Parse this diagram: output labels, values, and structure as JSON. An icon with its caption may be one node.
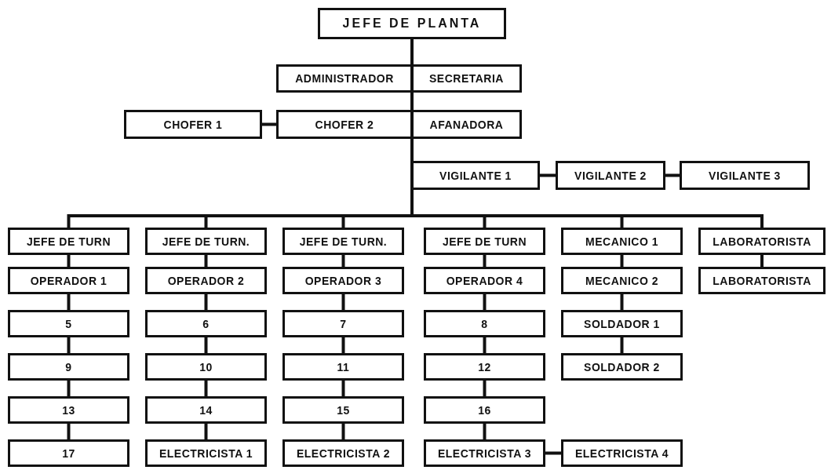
{
  "diagram": {
    "nodes": [
      {
        "text": [
          "JEFE DE PLANTA"
        ]
      },
      {
        "text": [
          "ADMINISTRADOR"
        ]
      },
      {
        "text": [
          "SECRETARIA"
        ]
      },
      {
        "text": [
          "CHOFER 1"
        ]
      },
      {
        "text": [
          "CHOFER 2"
        ]
      },
      {
        "text": [
          "AFANADORA"
        ]
      },
      {
        "text": [
          "VIGILANTE 1"
        ]
      },
      {
        "text": [
          "VIGILANTE 2"
        ]
      },
      {
        "text": [
          "VIGILANTE 3"
        ]
      },
      {
        "text": [
          "JEFE DE TURN"
        ]
      },
      {
        "text": [
          "JEFE DE TURN."
        ]
      },
      {
        "text": [
          "JEFE DE TURN."
        ]
      },
      {
        "text": [
          "JEFE DE TURN"
        ]
      },
      {
        "text": [
          "MECANICO 1"
        ]
      },
      {
        "text": [
          "LABORATORISTA"
        ]
      },
      {
        "text": [
          "OPERADOR 1"
        ]
      },
      {
        "text": [
          "OPERADOR 2"
        ]
      },
      {
        "text": [
          "OPERADOR 3"
        ]
      },
      {
        "text": [
          "OPERADOR 4"
        ]
      },
      {
        "text": [
          "MECANICO 2"
        ]
      },
      {
        "text": [
          "LABORATORISTA"
        ]
      },
      {
        "text": [
          "5"
        ]
      },
      {
        "text": [
          "6"
        ]
      },
      {
        "text": [
          "7"
        ]
      },
      {
        "text": [
          "8"
        ]
      },
      {
        "text": [
          "SOLDADOR 1"
        ]
      },
      {
        "text": [
          "9"
        ]
      },
      {
        "text": [
          "10"
        ]
      },
      {
        "text": [
          "11"
        ]
      },
      {
        "text": [
          "12"
        ]
      },
      {
        "text": [
          "SOLDADOR 2"
        ]
      },
      {
        "text": [
          "13"
        ]
      },
      {
        "text": [
          "14"
        ]
      },
      {
        "text": [
          "15"
        ]
      },
      {
        "text": [
          "16"
        ]
      },
      {
        "text": [
          "17"
        ]
      },
      {
        "text": [
          "ELECTRICISTA 1"
        ]
      },
      {
        "text": [
          "ELECTRICISTA 2"
        ]
      },
      {
        "text": [
          "ELECTRICISTA 3"
        ]
      },
      {
        "text": [
          "ELECTRICISTA 4"
        ]
      }
    ],
    "edges": [
      {
        "from": 0,
        "to": 1,
        "arrow": "none"
      },
      {
        "from": 0,
        "to": 2,
        "arrow": "none"
      },
      {
        "from": 0,
        "to": 4,
        "arrow": "none"
      },
      {
        "from": 0,
        "to": 5,
        "arrow": "none"
      },
      {
        "from": 0,
        "to": 6,
        "arrow": "none"
      },
      {
        "from": 3,
        "to": 4,
        "arrow": "none"
      },
      {
        "from": 6,
        "to": 7,
        "arrow": "none"
      },
      {
        "from": 7,
        "to": 8,
        "arrow": "none"
      },
      {
        "from": 0,
        "to": 9,
        "arrow": "none"
      },
      {
        "from": 0,
        "to": 10,
        "arrow": "none"
      },
      {
        "from": 0,
        "to": 11,
        "arrow": "none"
      },
      {
        "from": 0,
        "to": 12,
        "arrow": "none"
      },
      {
        "from": 0,
        "to": 13,
        "arrow": "none"
      },
      {
        "from": 0,
        "to": 14,
        "arrow": "none"
      },
      {
        "from": 9,
        "to": 15,
        "arrow": "none"
      },
      {
        "from": 10,
        "to": 16,
        "arrow": "none"
      },
      {
        "from": 11,
        "to": 17,
        "arrow": "none"
      },
      {
        "from": 12,
        "to": 18,
        "arrow": "none"
      },
      {
        "from": 13,
        "to": 19,
        "arrow": "none"
      },
      {
        "from": 14,
        "to": 20,
        "arrow": "none"
      },
      {
        "from": 15,
        "to": 21,
        "arrow": "none"
      },
      {
        "from": 16,
        "to": 22,
        "arrow": "none"
      },
      {
        "from": 17,
        "to": 23,
        "arrow": "none"
      },
      {
        "from": 18,
        "to": 24,
        "arrow": "none"
      },
      {
        "from": 19,
        "to": 25,
        "arrow": "none"
      },
      {
        "from": 21,
        "to": 26,
        "arrow": "none"
      },
      {
        "from": 22,
        "to": 27,
        "arrow": "none"
      },
      {
        "from": 23,
        "to": 28,
        "arrow": "none"
      },
      {
        "from": 24,
        "to": 29,
        "arrow": "none"
      },
      {
        "from": 25,
        "to": 30,
        "arrow": "none"
      },
      {
        "from": 26,
        "to": 31,
        "arrow": "none"
      },
      {
        "from": 27,
        "to": 32,
        "arrow": "none"
      },
      {
        "from": 28,
        "to": 33,
        "arrow": "none"
      },
      {
        "from": 29,
        "to": 34,
        "arrow": "none"
      },
      {
        "from": 31,
        "to": 35,
        "arrow": "none"
      },
      {
        "from": 32,
        "to": 36,
        "arrow": "none"
      },
      {
        "from": 33,
        "to": 37,
        "arrow": "none"
      },
      {
        "from": 34,
        "to": 38,
        "arrow": "none"
      },
      {
        "from": 38,
        "to": 39,
        "arrow": "none"
      }
    ]
  }
}
